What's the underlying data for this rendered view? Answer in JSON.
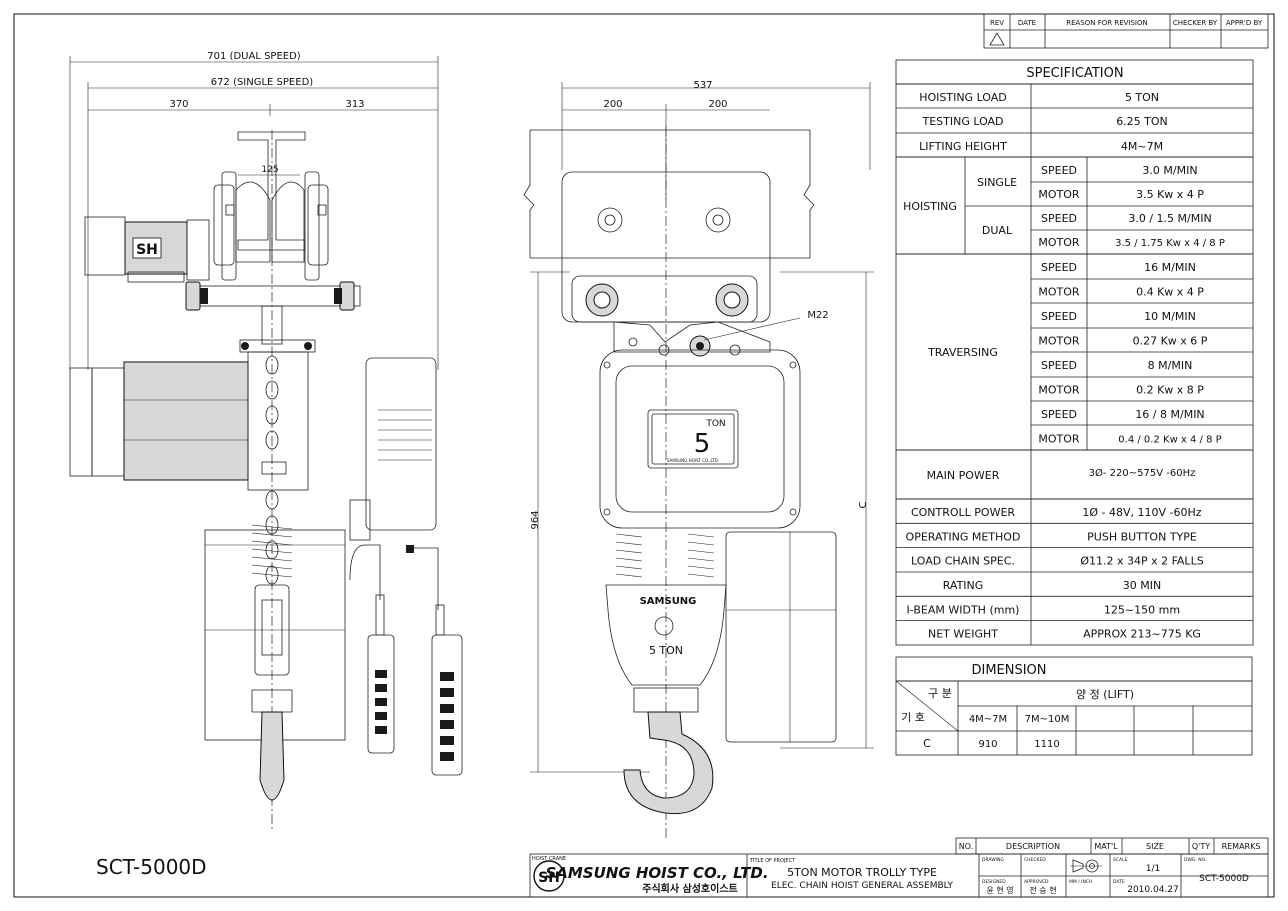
{
  "revision_block": {
    "headers": [
      "REV",
      "DATE",
      "REASON FOR REVISION",
      "CHECKER BY",
      "APPR'D BY"
    ]
  },
  "dimensions_left": {
    "dual_speed": "701 (DUAL SPEED)",
    "single_speed": "672 (SINGLE SPEED)",
    "left_part": "370",
    "right_part": "313",
    "flange": "125"
  },
  "dimensions_mid": {
    "total_width": "537",
    "left_half": "200",
    "right_half": "200",
    "bolt": "M22",
    "height": "964",
    "c_label": "C",
    "plate_ton": "TON",
    "plate_value": "5",
    "plate_maker": "SAMSUNG HOIST CO.,LTD.",
    "hook_brand": "SAMSUNG",
    "hook_capacity": "5 TON"
  },
  "specification": {
    "title": "SPECIFICATION",
    "rows": [
      {
        "label": "HOISTING LOAD",
        "value": "5 TON"
      },
      {
        "label": "TESTING LOAD",
        "value": "6.25  TON"
      },
      {
        "label": "LIFTING HEIGHT",
        "value": "4M~7M"
      }
    ],
    "hoisting": {
      "label": "HOISTING",
      "groups": [
        {
          "mode": "SINGLE",
          "speed": "3.0 M/MIN",
          "motor": "3.5 Kw x 4 P"
        },
        {
          "mode": "DUAL",
          "speed": "3.0 / 1.5 M/MIN",
          "motor": "3.5 / 1.75 Kw x 4 / 8 P"
        }
      ]
    },
    "traversing": {
      "label": "TRAVERSING",
      "rows": [
        {
          "key": "SPEED",
          "value": "16 M/MIN"
        },
        {
          "key": "MOTOR",
          "value": "0.4 Kw x 4 P"
        },
        {
          "key": "SPEED",
          "value": "10 M/MIN"
        },
        {
          "key": "MOTOR",
          "value": "0.27 Kw x 6 P"
        },
        {
          "key": "SPEED",
          "value": "8 M/MIN"
        },
        {
          "key": "MOTOR",
          "value": "0.2 Kw x 8 P"
        },
        {
          "key": "SPEED",
          "value": "16 / 8 M/MIN"
        },
        {
          "key": "MOTOR",
          "value": "0.4 / 0.2 Kw x 4 / 8 P"
        }
      ]
    },
    "main_power": {
      "label": "MAIN POWER",
      "value": "3Ø- 220~575V -60Hz"
    },
    "rows2": [
      {
        "label": "CONTROLL POWER",
        "value": "1Ø - 48V, 110V -60Hz"
      },
      {
        "label": "OPERATING METHOD",
        "value": "PUSH BUTTON TYPE"
      },
      {
        "label": "LOAD CHAIN SPEC.",
        "value": "Ø11.2 x 34P x 2 FALLS"
      },
      {
        "label": "RATING",
        "value": "30 MIN"
      },
      {
        "label": "I-BEAM WIDTH (mm)",
        "value": "125~150 mm"
      },
      {
        "label": "NET WEIGHT",
        "value": "APPROX  213~775 KG"
      }
    ]
  },
  "dimension_table": {
    "title": "DIMENSION",
    "corner_top": "구 분",
    "corner_bottom": "기 호",
    "lift_header": "양 정 (LIFT)",
    "columns": [
      "4M~7M",
      "7M~10M",
      "",
      "",
      ""
    ],
    "row_label": "C",
    "row_values": [
      "910",
      "1110",
      "",
      "",
      ""
    ]
  },
  "title_block": {
    "parts_headers": [
      "NO.",
      "DESCRIPTION",
      "MAT'L",
      "SIZE",
      "Q'TY",
      "REMARKS"
    ],
    "company_en": "SAMSUNG HOIST CO., LTD.",
    "company_kr": "주식회사 삼성호이스트",
    "logo_text": "SH",
    "logo_arc": "HOIST CRANE",
    "title_label": "TITLE OF PROJECT",
    "title_line1": "5TON MOTOR TROLLY TYPE",
    "title_line2": "ELEC. CHAIN HOIST GENERAL ASSEMBLY",
    "drawing_label": "DRAWING",
    "checked_label": "CHECKED",
    "scale_label": "SCALE",
    "scale_value": "1/1",
    "dwg_no_label": "DWG. NO.",
    "dwg_no_value": "SCT-5000D",
    "designed_label": "DESIGNED",
    "approved_label": "APPROVED",
    "designer": "윤 현 영",
    "approver": "전 승 현",
    "unit_label": "MM / INCH",
    "date_label": "DATE",
    "date_value": "2010.04.27"
  },
  "model": "SCT-5000D"
}
